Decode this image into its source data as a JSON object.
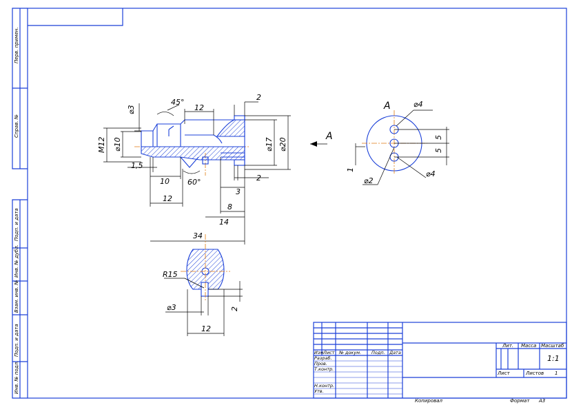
{
  "side_strip": {
    "perv_primen": "Перв. примен.",
    "sprav_no": "Справ. №",
    "podp_i_data_1": "Подп. и дата",
    "inv_no_dubl": "Инв. № дубл.",
    "vzam_inv_no": "Взам. инв. №",
    "podp_i_data_2": "Подп. и дата",
    "inv_no_podl": "Инв. № подл."
  },
  "dimensions": {
    "angle_45": "45°",
    "top_12": "12",
    "top_2": "2",
    "dia_3_main": "⌀3",
    "m12": "M12",
    "dia_10": "⌀10",
    "dia_17": "⌀17",
    "dia_20": "⌀20",
    "dim_1_5": "1,5",
    "dim_10": "10",
    "angle_60": "60°",
    "bottom_2": "2",
    "dim_3": "3",
    "dim_12_b": "12",
    "dim_8": "8",
    "dim_14": "14",
    "dim_34": "34",
    "view_label": "A",
    "view_arrow_label": "A",
    "dia_4_top": "⌀4",
    "dia_4_bottom": "⌀4",
    "dia_2": "⌀2",
    "dim_5_a": "5",
    "dim_5_b": "5",
    "dim_1": "1",
    "r15": "R15",
    "section_dia_3": "⌀3",
    "section_12": "12",
    "section_2": "2"
  },
  "title_block": {
    "izm": "Изм",
    "list": "Лист",
    "n_dokum": "№ докум.",
    "podp": "Подп.",
    "data": "Дата",
    "razrab": "Разраб.",
    "prov": "Пров.",
    "t_kontr": "Т.контр.",
    "n_kontr": "Н.контр.",
    "utv": "Утв.",
    "lit": "Лит.",
    "massa": "Масса",
    "masshtab": "Масштаб",
    "scale_value": "1:1",
    "list_label": "Лист",
    "listov_label": "Листов",
    "listov_value": "1",
    "kopiroval": "Копировал",
    "format": "Формат",
    "format_value": "A3"
  }
}
